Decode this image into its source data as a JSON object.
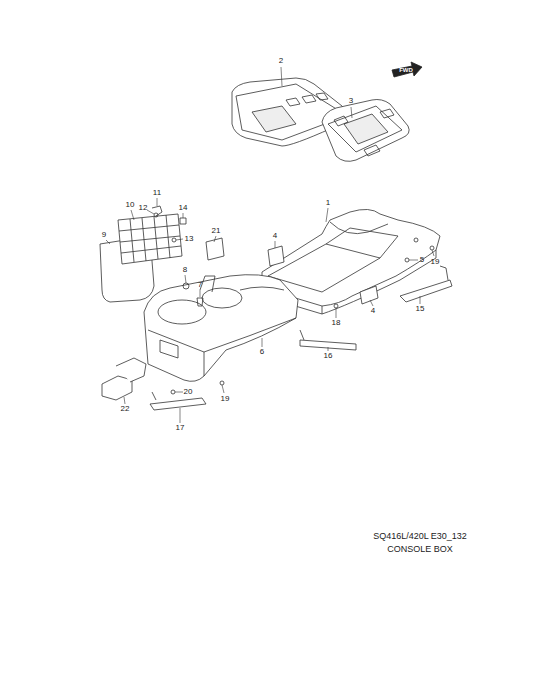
{
  "diagram": {
    "labels": [
      "2",
      "FWD",
      "3",
      "1",
      "11",
      "12",
      "10",
      "14",
      "13",
      "9",
      "21",
      "4",
      "8",
      "7",
      "5",
      "19",
      "15",
      "4",
      "18",
      "16",
      "6",
      "22",
      "20",
      "19",
      "17",
      "SQ416L/420L E30_132",
      "CONSOLE BOX"
    ]
  }
}
